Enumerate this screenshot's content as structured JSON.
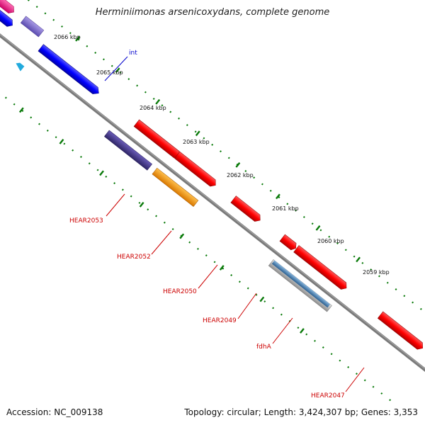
{
  "title": "Herminiimonas arsenicoxydans, complete genome",
  "footer": {
    "accession": "Accession: NC_009138",
    "summary": "Topology: circular; Length: 3,424,307 bp; Genes: 3,353"
  },
  "ticks": [
    {
      "label": "2066 kbp",
      "kbp": 2066
    },
    {
      "label": "2065 kbp",
      "kbp": 2065
    },
    {
      "label": "2064 kbp",
      "kbp": 2064
    },
    {
      "label": "2063 kbp",
      "kbp": 2063
    },
    {
      "label": "2062 kbp",
      "kbp": 2062
    },
    {
      "label": "2061 kbp",
      "kbp": 2061
    },
    {
      "label": "2060 kbp",
      "kbp": 2060
    },
    {
      "label": "2059 kbp",
      "kbp": 2059
    }
  ],
  "genes": [
    {
      "name": "int",
      "color": "#0000cc"
    },
    {
      "name": "HEAR2053",
      "color": "#cc0000"
    },
    {
      "name": "HEAR2052",
      "color": "#cc0000"
    },
    {
      "name": "HEAR2050",
      "color": "#cc0000"
    },
    {
      "name": "HEAR2049",
      "color": "#cc0000"
    },
    {
      "name": "fdhA",
      "color": "#cc0000"
    },
    {
      "name": "HEAR2047",
      "color": "#cc0000"
    }
  ],
  "colors": {
    "backbone": "#7a7a7a",
    "tick_dots": "#0a7a0a",
    "feature_red": "#ff0000",
    "feature_blue": "#0000ff",
    "feature_purple": "#7b68c8",
    "feature_dark_purple": "#4b3f8f",
    "feature_orange": "#ff9900",
    "feature_magenta": "#ff1a8c",
    "feature_gray": "#b8b8b8",
    "feature_steel": "#4f86b8",
    "feature_cyan": "#22aadd"
  }
}
